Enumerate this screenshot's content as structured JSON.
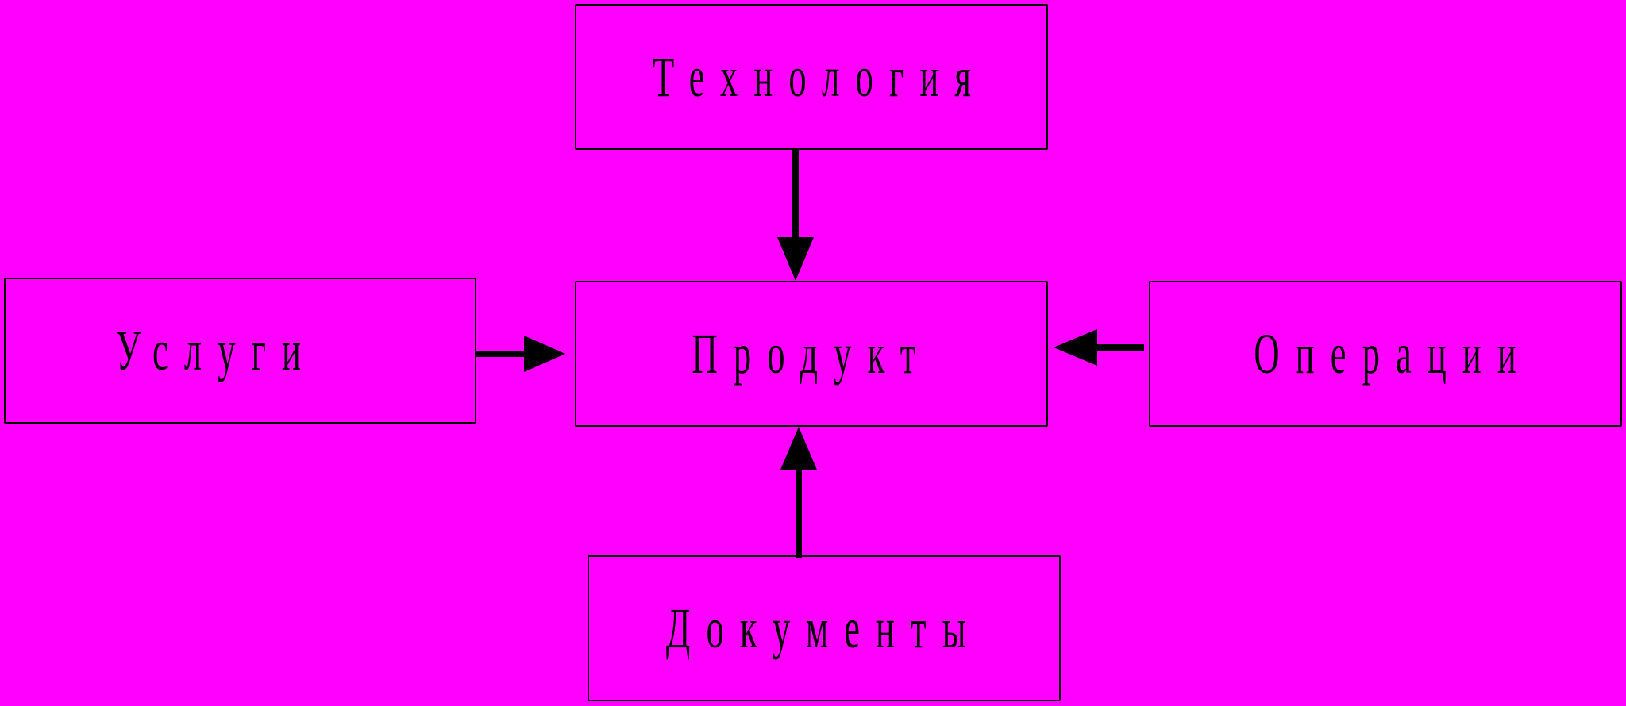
{
  "diagram": {
    "nodes": {
      "technology": "Технология",
      "services": "Услуги",
      "product": "Продукт",
      "operations": "Операции",
      "documents": "Документы"
    },
    "edges": [
      {
        "from": "technology",
        "to": "product"
      },
      {
        "from": "services",
        "to": "product"
      },
      {
        "from": "operations",
        "to": "product"
      },
      {
        "from": "documents",
        "to": "product"
      }
    ]
  },
  "colors": {
    "background": "#ff00ff",
    "stroke": "#000000",
    "text": "#000000"
  }
}
